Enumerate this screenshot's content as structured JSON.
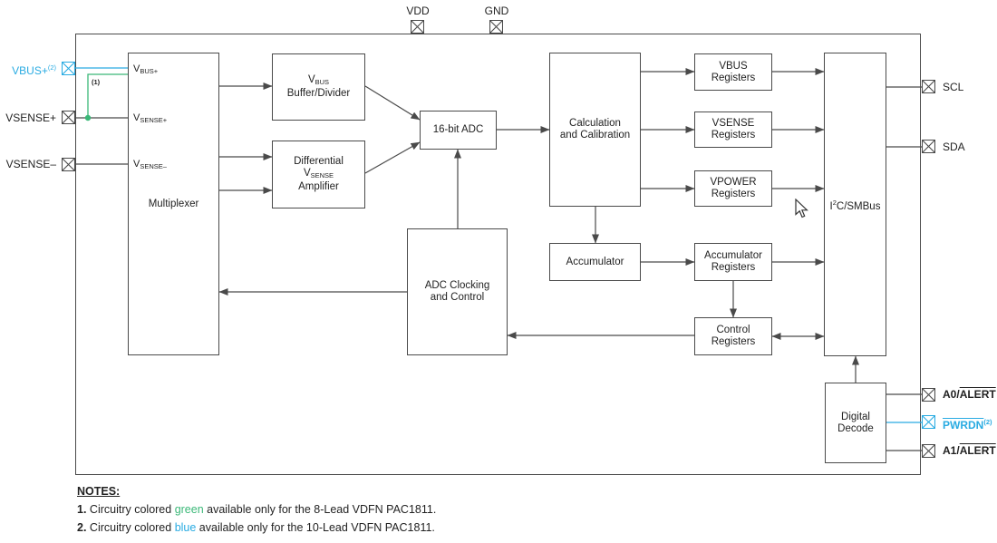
{
  "pins": {
    "vdd": {
      "label": "VDD"
    },
    "gnd": {
      "label": "GND"
    },
    "vbus_plus": {
      "label": "VBUS+",
      "sup": "(2)"
    },
    "vsense_plus": {
      "label": "VSENSE+"
    },
    "vsense_minus": {
      "label": "VSENSE–"
    },
    "scl": {
      "label": "SCL"
    },
    "sda": {
      "label": "SDA"
    },
    "a0_alert": {
      "prefix": "A0/",
      "overline": "ALERT"
    },
    "pwrdn": {
      "overline": "PWRDN",
      "sup": "(2)"
    },
    "a1_alert": {
      "prefix": "A1/",
      "overline": "ALERT"
    }
  },
  "blocks": {
    "multiplexer": {
      "label": "Multiplexer",
      "inputs": {
        "vbus": {
          "base": "V",
          "sub": "BUS+"
        },
        "vsense_p": {
          "base": "V",
          "sub": "SENSE+"
        },
        "vsense_m": {
          "base": "V",
          "sub": "SENSE–"
        }
      }
    },
    "vbus_buffer": {
      "base": "V",
      "sub": "BUS",
      "line2": "Buffer/Divider"
    },
    "diff_amp": {
      "line1": "Differential",
      "base": "V",
      "sub": "SENSE",
      "line3": "Amplifier"
    },
    "adc": {
      "label": "16-bit ADC"
    },
    "calc": {
      "line1": "Calculation",
      "line2": "and Calibration"
    },
    "adc_clock": {
      "line1": "ADC Clocking",
      "line2": "and Control"
    },
    "accumulator": {
      "label": "Accumulator"
    },
    "vbus_regs": {
      "line1": "VBUS",
      "line2": "Registers"
    },
    "vsense_regs": {
      "line1": "VSENSE",
      "line2": "Registers"
    },
    "vpower_regs": {
      "line1": "VPOWER",
      "line2": "Registers"
    },
    "accum_regs": {
      "line1": "Accumulator",
      "line2": "Registers"
    },
    "ctrl_regs": {
      "line1": "Control",
      "line2": "Registers"
    },
    "i2c": {
      "pre": "I",
      "sup": "2",
      "post": "C/SMBus"
    },
    "digital_decode": {
      "line1": "Digital",
      "line2": "Decode"
    }
  },
  "annotations": {
    "note_ref_1": "(1)"
  },
  "notes": {
    "heading": "NOTES:",
    "n1_num": "1.",
    "n1_pre": " Circuitry colored ",
    "n1_color_word": "green",
    "n1_post": " available only for the 8-Lead VDFN PAC1811.",
    "n2_num": "2.",
    "n2_pre": " Circuitry colored ",
    "n2_color_word": "blue",
    "n2_post": " available only for the 10-Lead VDFN PAC1811."
  },
  "colors": {
    "blue_accent": "#29ABE2",
    "green_accent": "#3BB878",
    "line": "#4a4a4a"
  }
}
